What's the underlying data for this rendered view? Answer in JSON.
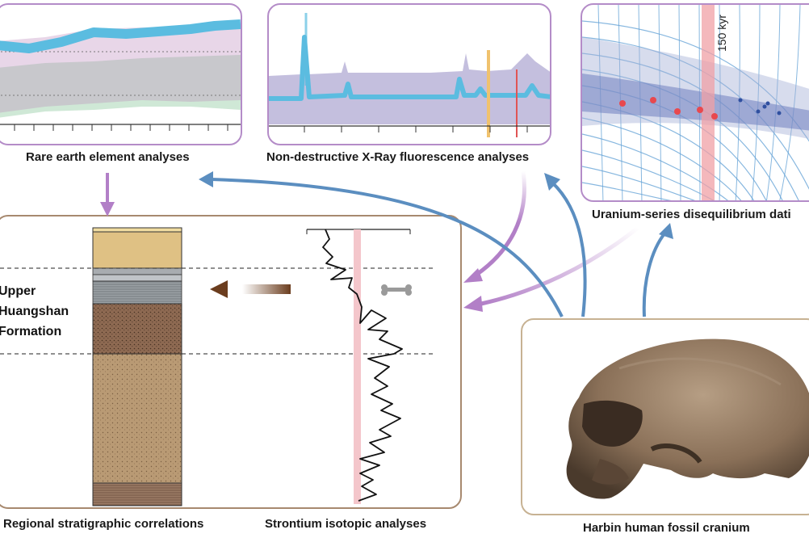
{
  "labels": {
    "ree": "Rare earth element analyses",
    "xrf": "Non-destructive X-Ray fluorescence analyses",
    "useries": "Uranium-series disequilibrium dati",
    "strat": "Regional stratigraphic correlations",
    "sr": "Strontium isotopic analyses",
    "cranium": "Harbin human fossil cranium"
  },
  "formation": {
    "line1": "Upper",
    "line2": "Huangshan",
    "line3": "Formation"
  },
  "useries_annotation": "150 kyr",
  "colors": {
    "purple_border": "#b48cc8",
    "brown_border": "#a7896f",
    "tan_border": "#c7b293",
    "blue_arrow": "#5b8ec0",
    "purple_arrow": "#b27fc7",
    "ree_band": "#5bbce0",
    "xrf_band": "#9c95c8",
    "highlight": "#f4c6cb"
  }
}
